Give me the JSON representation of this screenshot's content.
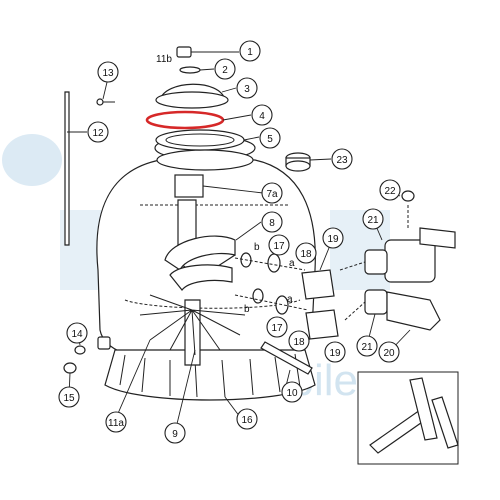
{
  "watermark": {
    "text": "ebile.es",
    "color": "#9cc4df"
  },
  "highlight_color": "#d62828",
  "callouts": [
    {
      "id": "c1",
      "label": "1"
    },
    {
      "id": "c11b",
      "label": "11b"
    },
    {
      "id": "c2",
      "label": "2"
    },
    {
      "id": "c3",
      "label": "3"
    },
    {
      "id": "c4",
      "label": "4"
    },
    {
      "id": "c5",
      "label": "5"
    },
    {
      "id": "c13",
      "label": "13"
    },
    {
      "id": "c12",
      "label": "12"
    },
    {
      "id": "c23",
      "label": "23"
    },
    {
      "id": "c7a",
      "label": "7a"
    },
    {
      "id": "c22",
      "label": "22"
    },
    {
      "id": "c8",
      "label": "8"
    },
    {
      "id": "c21a",
      "label": "21"
    },
    {
      "id": "c17a",
      "label": "17"
    },
    {
      "id": "c18a",
      "label": "18"
    },
    {
      "id": "c19a",
      "label": "19"
    },
    {
      "id": "c17b",
      "label": "17"
    },
    {
      "id": "c18b",
      "label": "18"
    },
    {
      "id": "c19b",
      "label": "19"
    },
    {
      "id": "c21b",
      "label": "21"
    },
    {
      "id": "c20",
      "label": "20"
    },
    {
      "id": "c14",
      "label": "14"
    },
    {
      "id": "c15",
      "label": "15"
    },
    {
      "id": "c10",
      "label": "10"
    },
    {
      "id": "c11a",
      "label": "11a"
    },
    {
      "id": "c9",
      "label": "9"
    },
    {
      "id": "c16",
      "label": "16"
    }
  ],
  "small_letters": {
    "a1": "a",
    "b1": "b",
    "b2": "b",
    "a2": "a"
  }
}
